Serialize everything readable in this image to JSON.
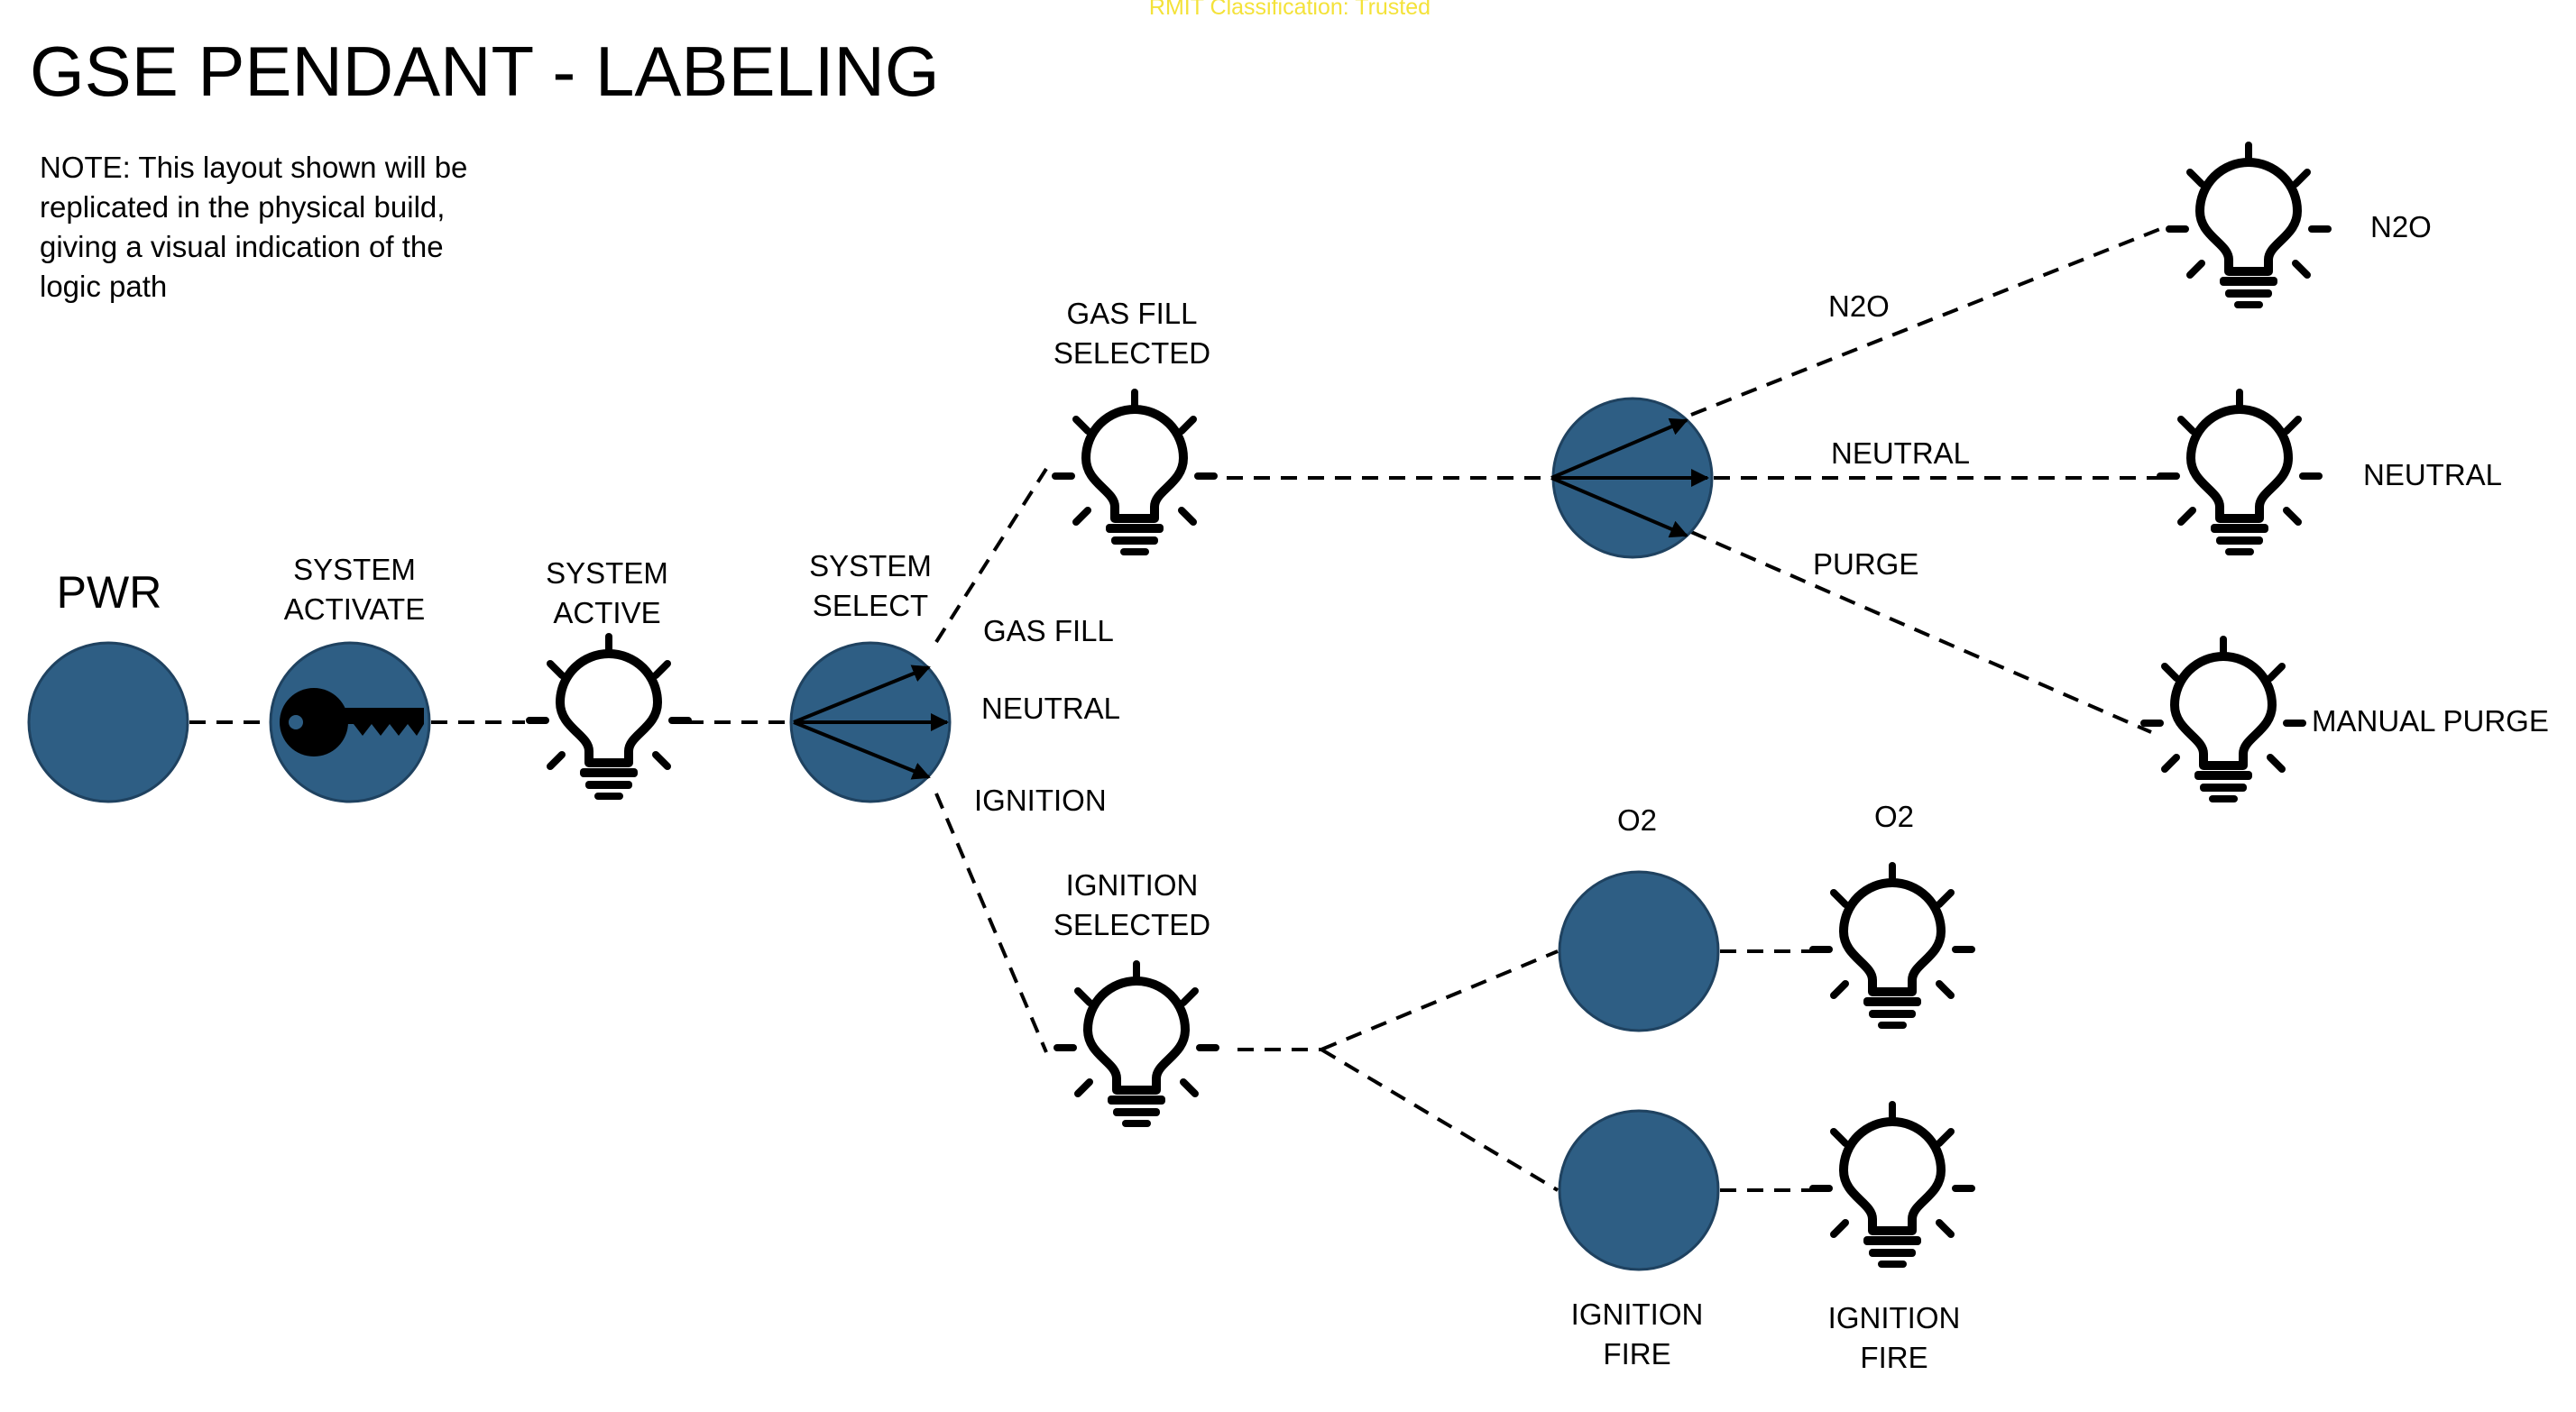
{
  "classification": "RMIT Classification: Trusted",
  "title": "GSE PENDANT - LABELING",
  "note": "NOTE: This layout shown will be replicated in the physical build, giving a visual indication of the logic path",
  "colors": {
    "button_fill": "#2e5e84",
    "line": "#000000",
    "classification": "#f4e23a"
  },
  "labels": {
    "pwr": "PWR",
    "system_activate": [
      "SYSTEM",
      "ACTIVATE"
    ],
    "system_active": [
      "SYSTEM",
      "ACTIVE"
    ],
    "system_select": [
      "SYSTEM",
      "SELECT"
    ],
    "sel_gas_fill": "GAS FILL",
    "sel_neutral": "NEUTRAL",
    "sel_ignition": "IGNITION",
    "gas_fill_selected": [
      "GAS FILL",
      "SELECTED"
    ],
    "ignition_selected": [
      "IGNITION",
      "SELECTED"
    ],
    "branch_n2o": "N2O",
    "branch_neutral": "NEUTRAL",
    "branch_purge": "PURGE",
    "light_n2o": "N2O",
    "light_neutral": "NEUTRAL",
    "light_manual_purge": "MANUAL PURGE",
    "o2_button": "O2",
    "o2_light": "O2",
    "ignition_fire_button": [
      "IGNITION",
      "FIRE"
    ],
    "ignition_fire_light": [
      "IGNITION",
      "FIRE"
    ]
  },
  "icons": [
    "key-icon",
    "light-bulb-icon",
    "selector-arrows-icon"
  ]
}
